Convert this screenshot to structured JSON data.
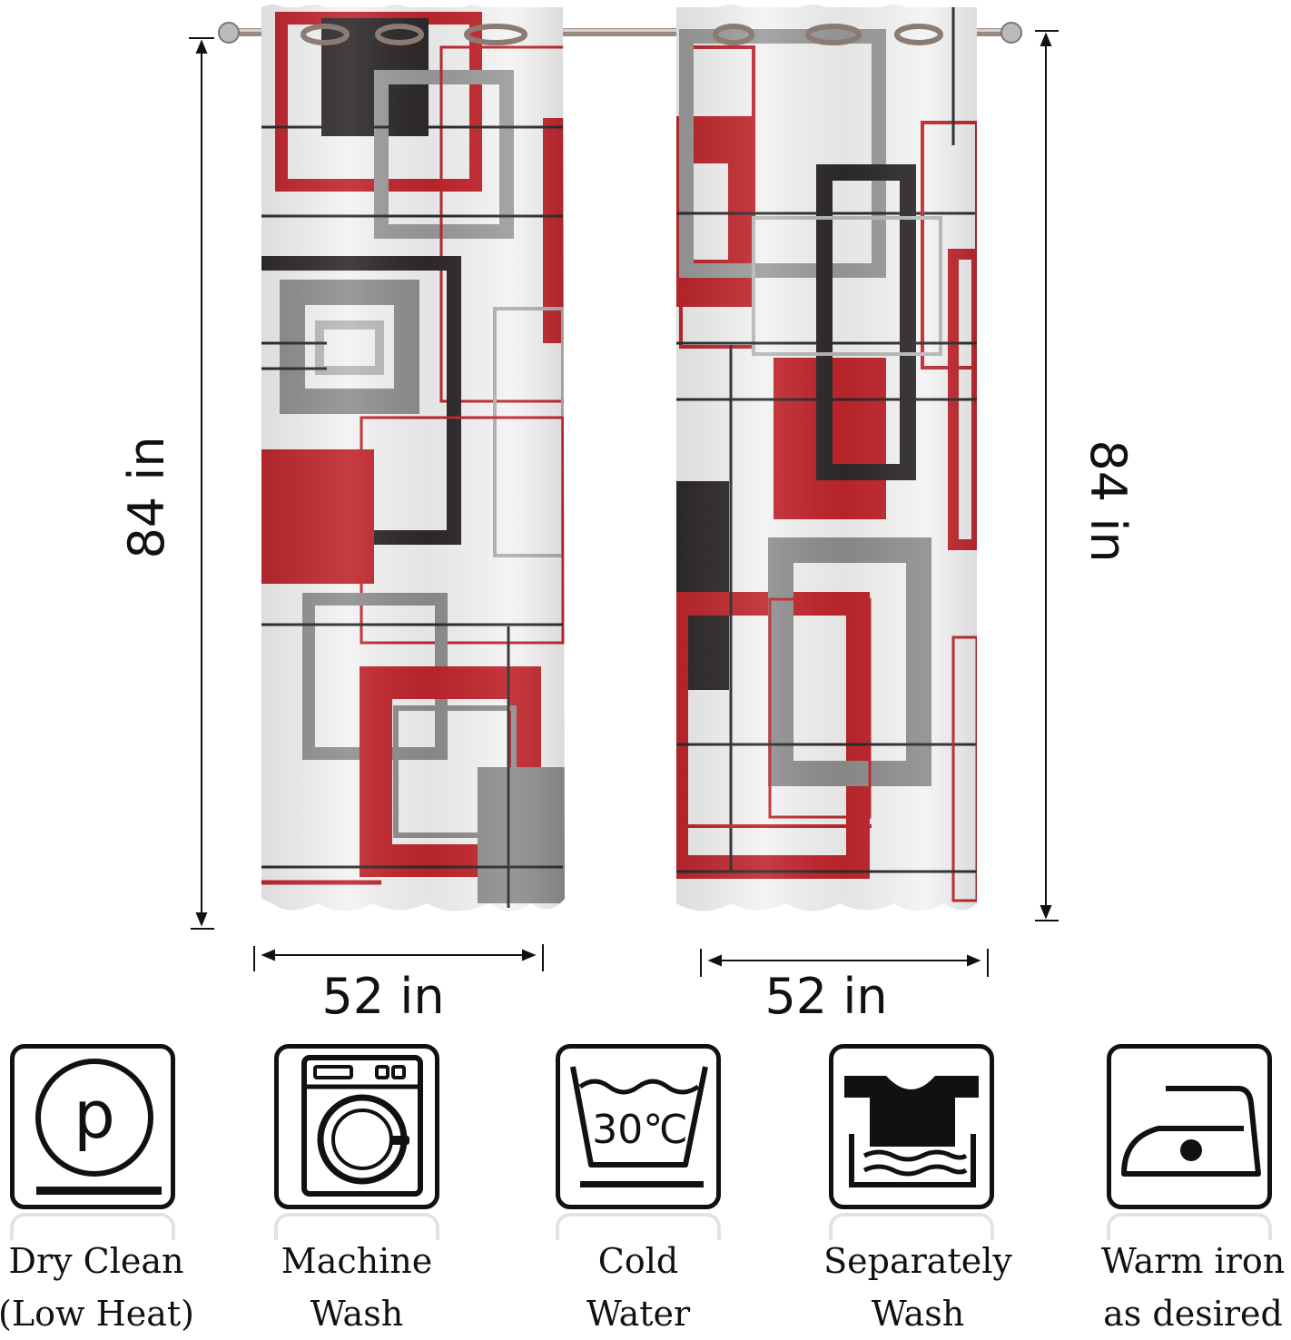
{
  "dimensions": {
    "height_left": "84 in",
    "height_right": "84 in",
    "width_left": "52 in",
    "width_right": "52 in"
  },
  "colors": {
    "red": "#c0262c",
    "dark_red": "#8e1116",
    "charcoal": "#2e2a2c",
    "grey": "#8f8f8f",
    "light_grey": "#b8b8b8",
    "curtain_bg": "#f3f3f3"
  },
  "care_icons": [
    {
      "icon": "dry-clean-p-icon",
      "line1": "Dry Clean",
      "line2": "(Low Heat)"
    },
    {
      "icon": "washing-machine-icon",
      "line1": "Machine",
      "line2": "Wash"
    },
    {
      "icon": "wash-basin-30c-icon",
      "line1": "Cold",
      "line2": "Water",
      "temp": "30℃"
    },
    {
      "icon": "separate-wash-icon",
      "line1": "Separately",
      "line2": "Wash"
    },
    {
      "icon": "iron-icon",
      "line1": "Warm iron",
      "line2": "as desired"
    }
  ]
}
